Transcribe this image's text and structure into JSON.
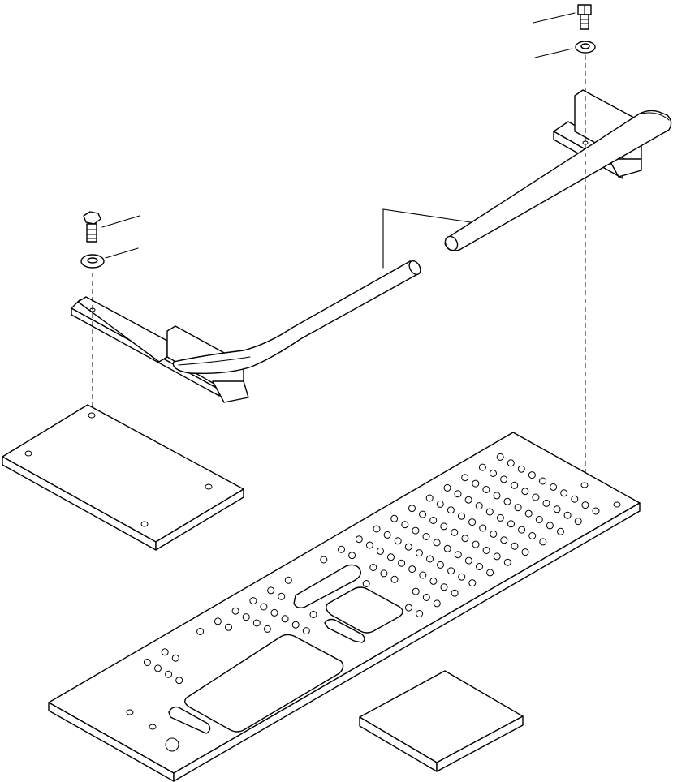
{
  "diagram": {
    "type": "exploded-parts-drawing",
    "parts": [
      {
        "id": "bolt",
        "icon": "hex-bolt-icon"
      },
      {
        "id": "washer",
        "icon": "washer-icon"
      },
      {
        "id": "left-bracket",
        "icon": "bracket-icon"
      },
      {
        "id": "handrail",
        "icon": "tube-icon"
      },
      {
        "id": "right-bracket",
        "icon": "bracket-icon"
      },
      {
        "id": "cover-plate",
        "icon": "plate-icon"
      },
      {
        "id": "step-plate",
        "icon": "perforated-plate-icon"
      },
      {
        "id": "pad",
        "icon": "pad-icon"
      }
    ],
    "colors": {
      "line": "#000000",
      "fill": "#ffffff"
    }
  }
}
